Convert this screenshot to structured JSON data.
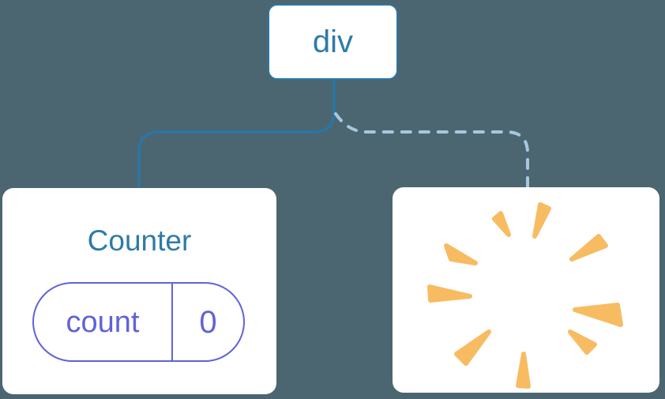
{
  "diagram": {
    "nodes": {
      "root": {
        "label": "div"
      },
      "counter": {
        "title": "Counter",
        "state_pill": {
          "key": "count",
          "value": "0"
        }
      },
      "removed": {
        "icon": "poof-icon"
      }
    },
    "connectors": [
      {
        "from": "root",
        "to": "counter",
        "style": "solid",
        "color": "#2A76A6"
      },
      {
        "from": "root",
        "to": "removed",
        "style": "dashed",
        "color": "#A6C8E0"
      }
    ],
    "colors": {
      "background": "#4C6671",
      "node_background": "#FFFFFF",
      "tree_blue": "#2A76A6",
      "label_blue": "#2E7BA9",
      "state_indigo": "#5F63D8",
      "dashed_light_blue": "#A6C8E0",
      "poof_orange": "#F7BC62"
    }
  }
}
